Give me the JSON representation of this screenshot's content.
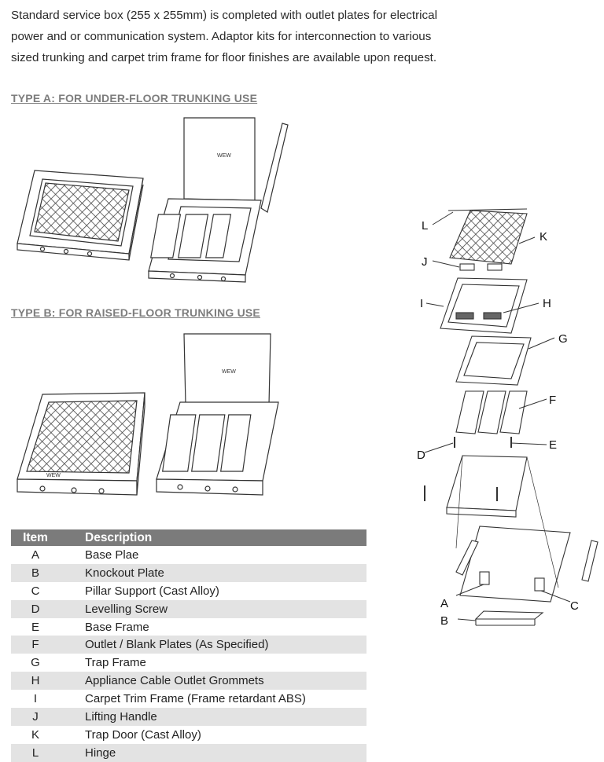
{
  "intro": {
    "line1": "Standard service box (255 x 255mm) is completed with outlet plates for electrical",
    "line2": "power and or communication system. Adaptor kits for interconnection to various",
    "line3": "sized trunking and carpet trim frame for floor finishes are available upon request."
  },
  "type_a": {
    "heading": "TYPE A: FOR UNDER-FLOOR TRUNKING USE",
    "lid_logo": "WEW"
  },
  "type_b": {
    "heading": "TYPE B: FOR RAISED-FLOOR TRUNKING USE",
    "lid_logo": "WEW",
    "handle_logo": "WEW"
  },
  "exploded": {
    "labels": [
      "L",
      "K",
      "J",
      "I",
      "H",
      "G",
      "F",
      "D",
      "E",
      "A",
      "C",
      "B"
    ]
  },
  "table": {
    "header_item": "Item",
    "header_desc": "Description",
    "rows": [
      {
        "item": "A",
        "desc": "Base Plae"
      },
      {
        "item": "B",
        "desc": "Knockout Plate"
      },
      {
        "item": "C",
        "desc": "Pillar Support (Cast Alloy)"
      },
      {
        "item": "D",
        "desc": "Levelling Screw"
      },
      {
        "item": "E",
        "desc": "Base Frame"
      },
      {
        "item": "F",
        "desc": "Outlet / Blank Plates (As Specified)"
      },
      {
        "item": "G",
        "desc": "Trap Frame"
      },
      {
        "item": "H",
        "desc": "Appliance Cable Outlet Grommets"
      },
      {
        "item": "I",
        "desc": "Carpet Trim Frame (Frame retardant ABS)"
      },
      {
        "item": "J",
        "desc": "Lifting Handle"
      },
      {
        "item": "K",
        "desc": "Trap Door (Cast Alloy)"
      },
      {
        "item": "L",
        "desc": "Hinge"
      }
    ]
  }
}
